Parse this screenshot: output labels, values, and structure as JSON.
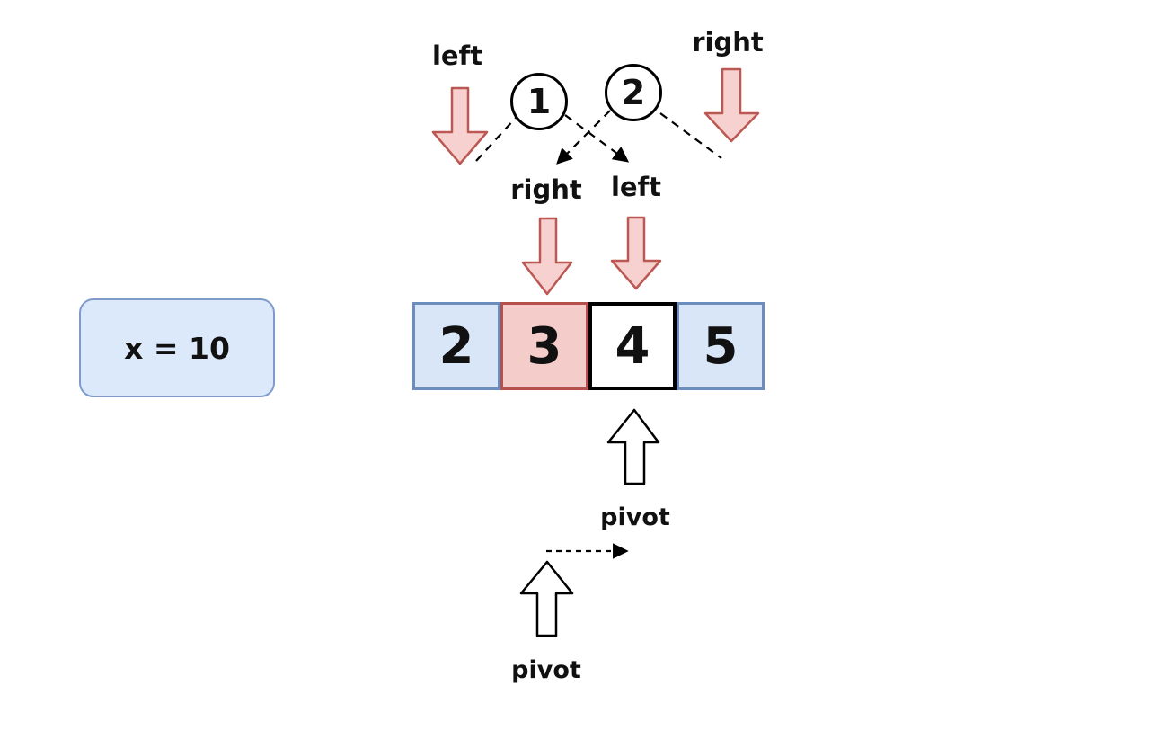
{
  "pointer_swap": {
    "left_top_label": "left",
    "right_top_label": "right",
    "step_circle_1": "1",
    "step_circle_2": "2",
    "right_result_label": "right",
    "left_result_label": "left"
  },
  "variable_box": {
    "value": "x = 10"
  },
  "array": {
    "cells": [
      {
        "value": "2",
        "style": "blue"
      },
      {
        "value": "3",
        "style": "pink"
      },
      {
        "value": "4",
        "style": "white"
      },
      {
        "value": "5",
        "style": "blue"
      }
    ]
  },
  "pivot": {
    "current_label": "pivot",
    "previous_label": "pivot"
  },
  "colors": {
    "arrow_pink_fill": "#f6d1cf",
    "arrow_pink_stroke": "#bc5853",
    "cell_pink_fill": "#f4ccca",
    "cell_pink_stroke": "#b5504b",
    "cell_blue_fill": "#d8e6f7",
    "cell_blue_stroke": "#6c8ebf",
    "box_blue_fill": "#dbe9fa",
    "box_blue_stroke": "#7e9bcc",
    "line_black": "#000000"
  }
}
